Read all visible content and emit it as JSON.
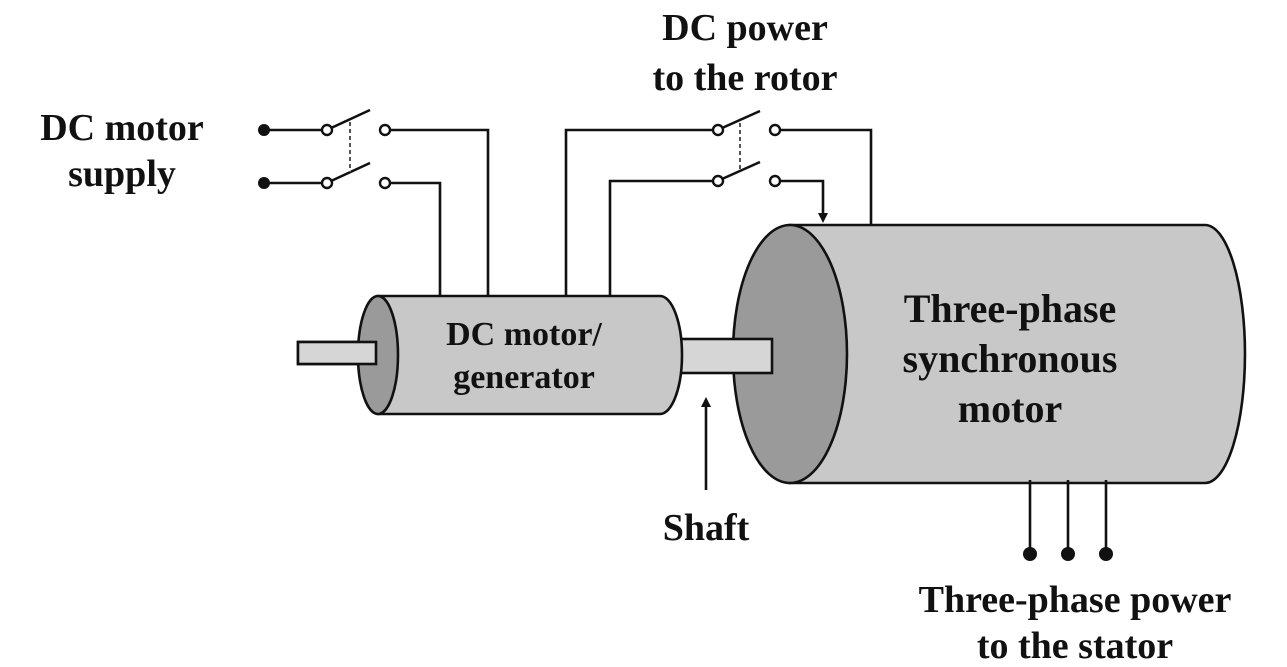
{
  "labels": {
    "dc_motor_supply_1": "DC motor",
    "dc_motor_supply_2": "supply",
    "dc_power_rotor_1": "DC power",
    "dc_power_rotor_2": "to the rotor",
    "dc_machine_1": "DC motor/",
    "dc_machine_2": "generator",
    "sync_motor_1": "Three-phase",
    "sync_motor_2": "synchronous",
    "sync_motor_3": "motor",
    "shaft": "Shaft",
    "three_phase_power_1": "Three-phase power",
    "three_phase_power_2": "to the stator"
  }
}
